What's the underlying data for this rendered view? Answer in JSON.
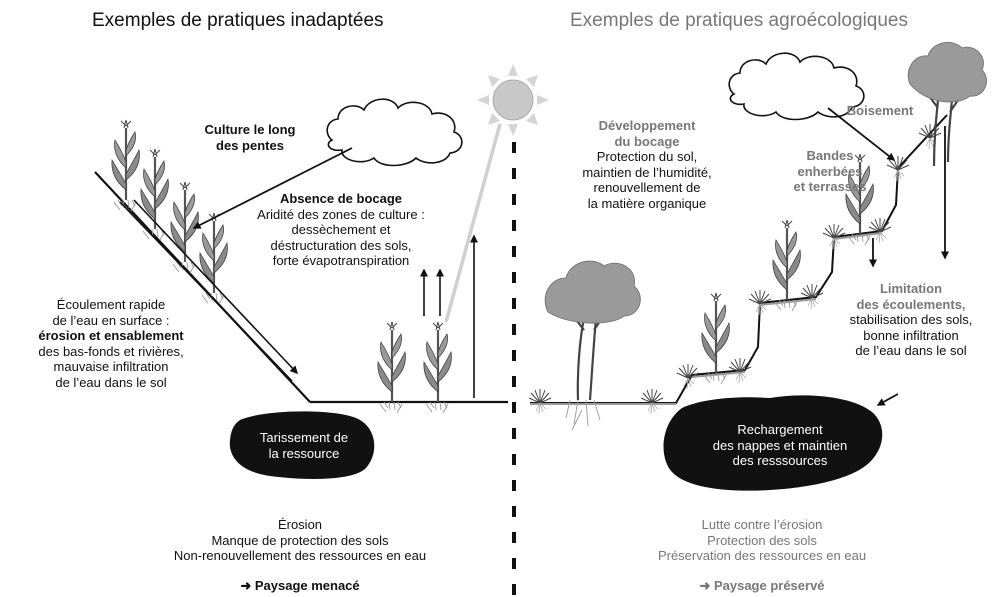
{
  "left": {
    "title": "Exemples de pratiques inadaptées",
    "slope_label": [
      "Culture le long",
      "des pentes"
    ],
    "bocage_title": "Absence de bocage",
    "bocage_text": [
      "Aridité des zones de culture :",
      "dessèchement et",
      "déstructuration des sols,",
      "forte évapotranspiration"
    ],
    "runoff_text_1": [
      "Écoulement rapide",
      "de l’eau en surface :"
    ],
    "runoff_bold": "érosion et ensablement",
    "runoff_text_2": [
      "des bas-fonds et rivières,",
      "mauvaise infiltration",
      "de l’eau dans le sol"
    ],
    "aquifer": [
      "Tarissement de",
      "la ressource"
    ],
    "summary": [
      "Érosion",
      "Manque de protection des sols",
      "Non-renouvellement des ressources en eau"
    ],
    "verdict": "➜ Paysage menacé"
  },
  "right": {
    "title": "Exemples de pratiques agroécologiques",
    "bocage_title": [
      "Développement",
      "du bocage"
    ],
    "bocage_text": [
      "Protection du sol,",
      "maintien de l’humidité,",
      "renouvellement de",
      "la matière organique"
    ],
    "afforestation": "Boisement",
    "terraces": [
      "Bandes",
      "enherbées",
      "et terrasses"
    ],
    "limitation_title": [
      "Limitation",
      "des écoulements,"
    ],
    "limitation_text": [
      "stabilisation des sols,",
      "bonne infiltration",
      "de l’eau dans le sol"
    ],
    "aquifer": [
      "Rechargement",
      "des nappes et maintien",
      "des resssources"
    ],
    "summary": [
      "Lutte contre l’érosion",
      "Protection des sols",
      "Préservation des ressources en eau"
    ],
    "verdict": "➜ Paysage préservé"
  },
  "colors": {
    "ink": "#111111",
    "muted": "#777777",
    "foliage": "#8a8a8a",
    "sun": "#c8c8c8",
    "ray": "#cfcfcf",
    "aquifer": "#111111",
    "canopy": "#9a9a9a"
  }
}
